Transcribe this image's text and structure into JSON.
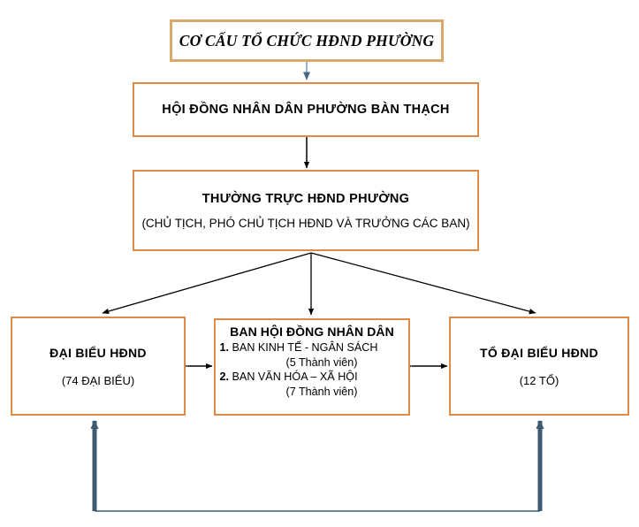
{
  "diagram": {
    "title_box": {
      "text": "CƠ CẤU TỔ CHỨC HĐND PHƯỜNG"
    },
    "nodes": {
      "council": {
        "main": "HỘI ĐỒNG NHÂN DÂN PHƯỜNG BÀN THẠCH"
      },
      "standing": {
        "main": "THƯỜNG TRỰC HĐND PHƯỜNG",
        "sub": "(CHỦ TỊCH, PHÓ CHỦ TỊCH HĐND VÀ TRƯỞNG CÁC BAN)"
      },
      "delegates": {
        "main": "ĐẠI BIỂU HĐND",
        "sub": "(74 ĐẠI BIỂU)"
      },
      "committees": {
        "main": "BAN HỘI ĐỒNG NHÂN DÂN",
        "item1_num": "1.",
        "item1_text": "BAN KINH TẾ - NGÂN SÁCH",
        "item1_count": "(5 Thành viên)",
        "item2_num": "2.",
        "item2_text": "BAN VĂN HÓA – XÃ HỘI",
        "item2_count": "(7 Thành viên)"
      },
      "groups": {
        "main": "TỔ ĐẠI BIỂU HĐND",
        "sub": "(12 TỔ)"
      }
    },
    "colors": {
      "box_border_orange": "#e08a45",
      "title_border_tan": "#d8a96a",
      "connector_black": "#000000",
      "connector_blue": "#3d5a73",
      "background": "#ffffff"
    }
  }
}
